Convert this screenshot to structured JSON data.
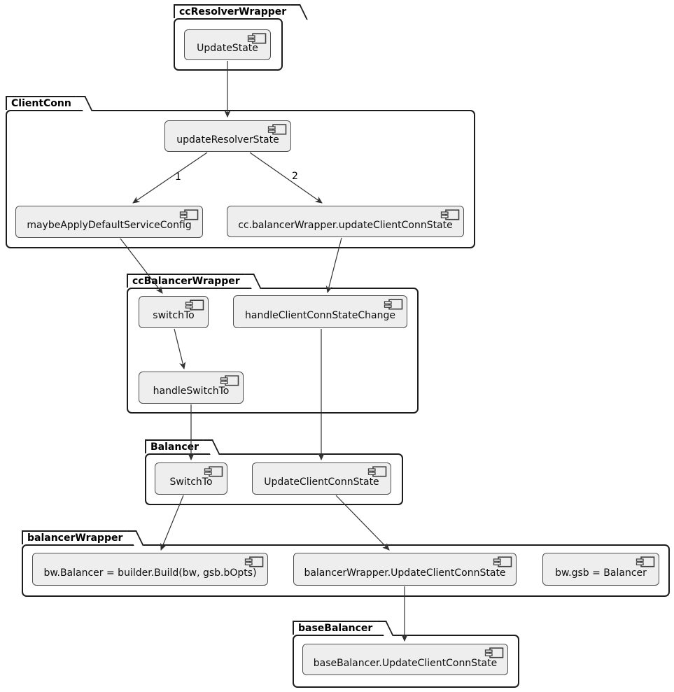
{
  "diagram_type": "uml-component-diagram",
  "colors": {
    "background": "#ffffff",
    "package_border": "#1c1c1c",
    "component_fill": "#eeeeee",
    "component_border": "#4f4f4f",
    "text": "#0d0d0d",
    "arrow": "#333333"
  },
  "icons": {
    "component_badge": "uml-component-icon"
  },
  "packages": [
    {
      "label": "ccResolverWrapper",
      "components": [
        {
          "label": "UpdateState"
        }
      ]
    },
    {
      "label": "ClientConn",
      "components": [
        {
          "label": "updateResolverState"
        },
        {
          "label": "maybeApplyDefaultServiceConfig"
        },
        {
          "label": "cc.balancerWrapper.updateClientConnState"
        }
      ]
    },
    {
      "label": "ccBalancerWrapper",
      "components": [
        {
          "label": "switchTo"
        },
        {
          "label": "handleClientConnStateChange"
        },
        {
          "label": "handleSwitchTo"
        }
      ]
    },
    {
      "label": "Balancer",
      "components": [
        {
          "label": "SwitchTo"
        },
        {
          "label": "UpdateClientConnState"
        }
      ]
    },
    {
      "label": "balancerWrapper",
      "components": [
        {
          "label": "bw.Balancer = builder.Build(bw, gsb.bOpts)"
        },
        {
          "label": "balancerWrapper.UpdateClientConnState"
        },
        {
          "label": "bw.gsb = Balancer"
        }
      ]
    },
    {
      "label": "baseBalancer",
      "components": [
        {
          "label": "baseBalancer.UpdateClientConnState"
        }
      ]
    }
  ],
  "edges": [
    {
      "from": "UpdateState",
      "to": "updateResolverState",
      "label": ""
    },
    {
      "from": "updateResolverState",
      "to": "maybeApplyDefaultServiceConfig",
      "label": "1"
    },
    {
      "from": "updateResolverState",
      "to": "cc.balancerWrapper.updateClientConnState",
      "label": "2"
    },
    {
      "from": "maybeApplyDefaultServiceConfig",
      "to": "switchTo",
      "label": ""
    },
    {
      "from": "cc.balancerWrapper.updateClientConnState",
      "to": "handleClientConnStateChange",
      "label": ""
    },
    {
      "from": "switchTo",
      "to": "handleSwitchTo",
      "label": ""
    },
    {
      "from": "handleSwitchTo",
      "to": "SwitchTo",
      "label": ""
    },
    {
      "from": "handleClientConnStateChange",
      "to": "UpdateClientConnState",
      "label": ""
    },
    {
      "from": "SwitchTo",
      "to": "bw.Balancer = builder.Build(bw, gsb.bOpts)",
      "label": ""
    },
    {
      "from": "UpdateClientConnState",
      "to": "balancerWrapper.UpdateClientConnState",
      "label": ""
    },
    {
      "from": "balancerWrapper.UpdateClientConnState",
      "to": "baseBalancer.UpdateClientConnState",
      "label": ""
    }
  ]
}
